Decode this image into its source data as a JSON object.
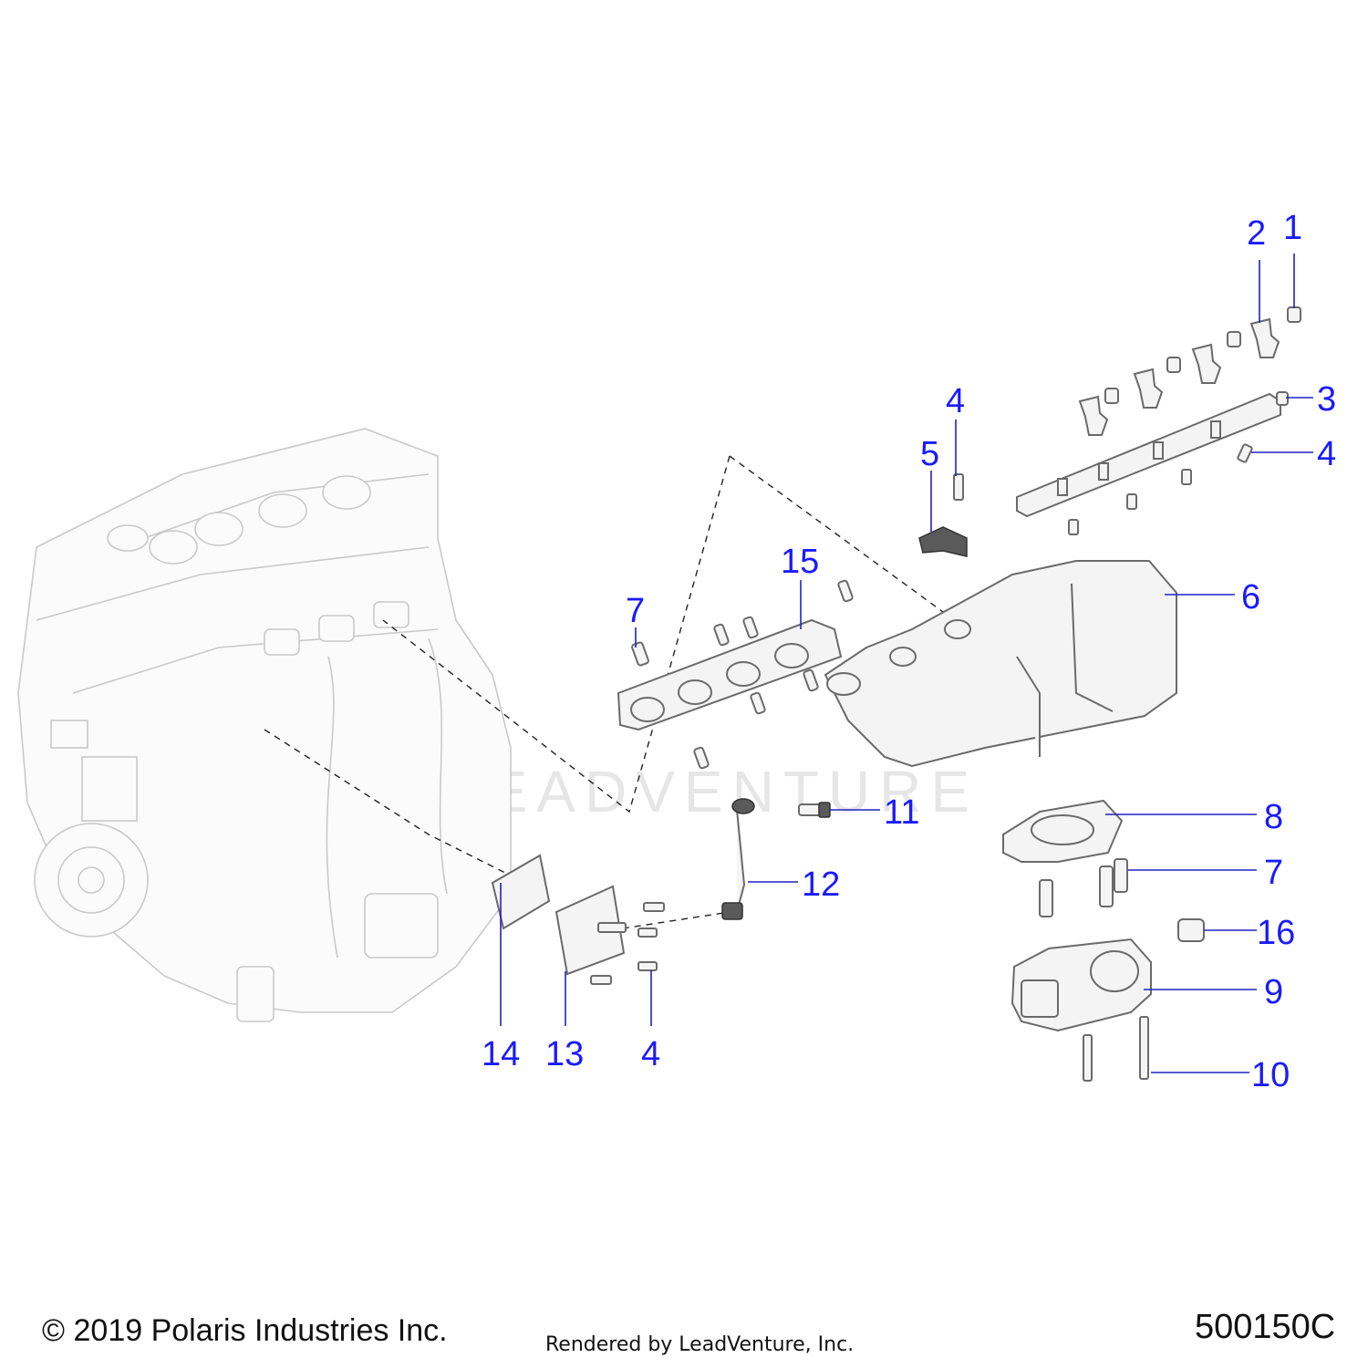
{
  "watermark": "LEADVENTURE",
  "footer": {
    "copyright": "© 2019 Polaris Industries Inc.",
    "rendered_by": "Rendered by LeadVenture, Inc.",
    "diagram_code": "500150C"
  },
  "callouts": [
    "1",
    "2",
    "3",
    "4",
    "4",
    "5",
    "6",
    "7",
    "15",
    "11",
    "8",
    "7",
    "12",
    "16",
    "9",
    "10",
    "14",
    "13",
    "4"
  ],
  "colors": {
    "callout": "#1a1aff",
    "leader": "#2020c8",
    "engine_line": "#c9c9c9"
  }
}
